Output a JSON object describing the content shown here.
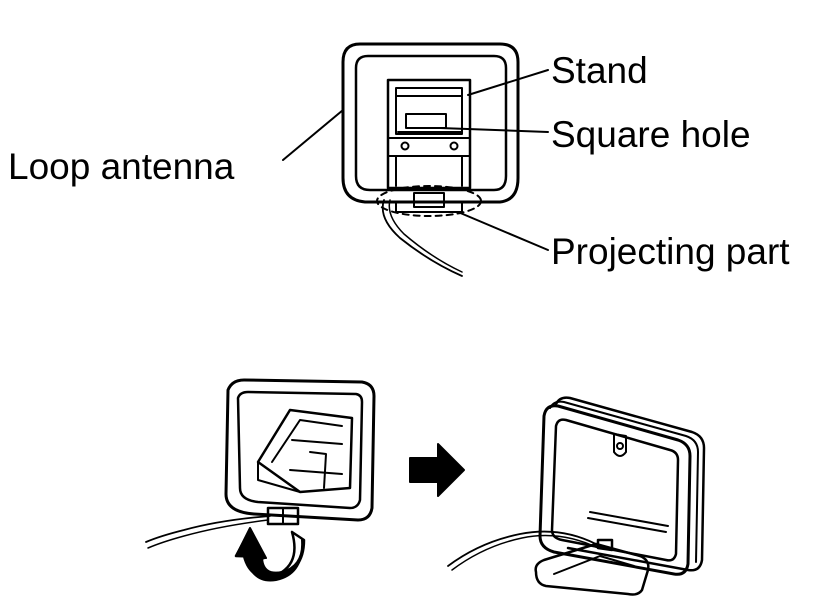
{
  "labels": {
    "stand": "Stand",
    "square_hole": "Square hole",
    "loop_antenna": "Loop antenna",
    "projecting_part": "Projecting part"
  },
  "icons": {
    "arrow": "right-arrow-icon",
    "rotate": "curved-arrow-icon"
  }
}
